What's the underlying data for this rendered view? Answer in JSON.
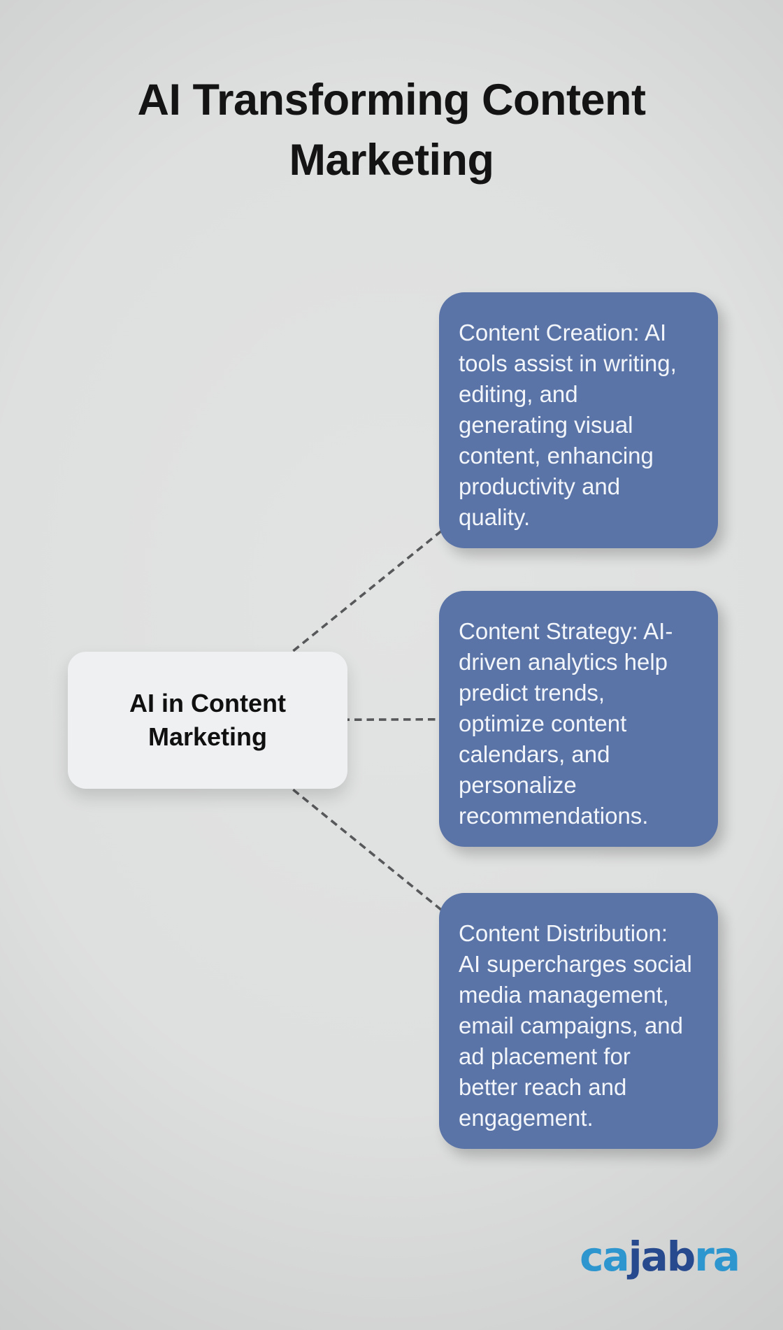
{
  "title": {
    "text": "AI Transforming Content Marketing",
    "lines": [
      "AI Transforming Content",
      "Marketing"
    ]
  },
  "center_node": {
    "text": "AI in Content Marketing",
    "lines": [
      "AI in Content",
      "Marketing"
    ]
  },
  "branches": [
    {
      "name": "content-creation",
      "text": "Content Creation: AI tools assist in writing, editing, and generating visual content, enhancing productivity and quality.",
      "lines": [
        "Content Creation: AI",
        "tools assist in writing,",
        "editing, and",
        "generating visual",
        "content, enhancing",
        "productivity and",
        "quality."
      ]
    },
    {
      "name": "content-strategy",
      "text": "Content Strategy: AI-driven analytics help predict trends, optimize content calendars, and personalize recommendations.",
      "lines": [
        "Content Strategy: AI-",
        "driven analytics help",
        "predict trends,",
        "optimize content",
        "calendars, and",
        "personalize",
        "recommendations."
      ]
    },
    {
      "name": "content-distribution",
      "text": "Content Distribution: AI supercharges social media management, email campaigns, and ad placement for better reach and engagement.",
      "lines": [
        "Content Distribution:",
        "AI supercharges social",
        "media management,",
        "email campaigns, and",
        "ad placement for",
        "better reach and",
        "engagement."
      ]
    }
  ],
  "logo": {
    "text": "cajabra",
    "segments": [
      {
        "text": "ca",
        "color": "#2E96CE"
      },
      {
        "text": "jab",
        "color": "#27498D"
      },
      {
        "text": "ra",
        "color": "#2E96CE"
      }
    ]
  },
  "colors": {
    "bg-center": "#e2e3e3",
    "bg-mid": "#dedfdf",
    "bg-edge": "#c9caca",
    "title": "#141414",
    "node-bg": "#eef0f2",
    "node-text": "#101010",
    "branch-bg": "#5B74A7",
    "branch-text": "#F2F5F9",
    "dash": "#57585A"
  }
}
